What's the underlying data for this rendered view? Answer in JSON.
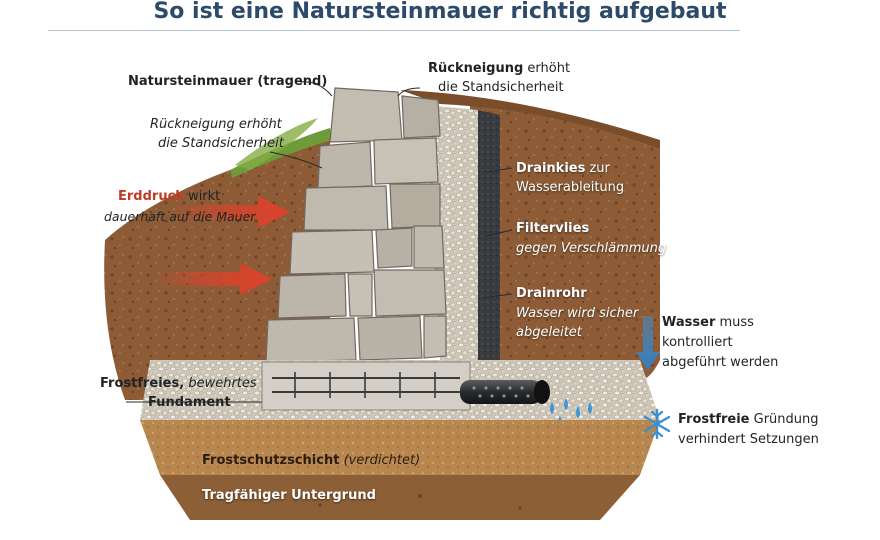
{
  "title": "So ist eine Natursteinmauer richtig aufgebaut",
  "labels": {
    "wall": "Natursteinmauer (tragend)",
    "incline_top_bold": "Rückneigung",
    "incline_top_rest": "erhöht",
    "incline_top_line2": "die Standsicherheit",
    "incline_left_line1": "Rückneigung erhöht",
    "incline_left_line2": "die Standsicherheit",
    "pressure_bold": "Erddruck",
    "pressure_rest": "wirkt",
    "pressure_line2": "dauerhaft auf die Mauer",
    "gravel_bold": "Drainkies",
    "gravel_rest": "zur",
    "gravel_line2": "Wasserableitung",
    "fleece_bold": "Filtervlies",
    "fleece_line2": "gegen Verschlämmung",
    "pipe_bold": "Drainrohr",
    "pipe_line2": "Wasser wird sicher",
    "pipe_line3": "abgeleitet",
    "foundation_bold": "Frostfreies,",
    "foundation_rest": "bewehrtes",
    "foundation_line2": "Fundament",
    "water_bold": "Wasser",
    "water_rest": "muss",
    "water_line2": "kontrolliert",
    "water_line3": "abgeführt werden",
    "frost_bold": "Frostfreie",
    "frost_rest": "Gründung",
    "frost_line2": "verhindert Setzungen",
    "frost_layer": "Frostschutzschicht",
    "frost_layer_note": "(verdichtet)",
    "subsoil": "Tragfähiger Untergrund"
  },
  "colors": {
    "title": "#2d4a6b",
    "soil": "#8a5a34",
    "stone": "#b9b2a6",
    "gravel": "#d9d3c6",
    "fleece": "#3d3d40",
    "concrete": "#cfcbc3",
    "arrow_red": "#d9432c",
    "water_blue": "#3f8fd0"
  },
  "icons": {
    "pressure": "right-arrow-icon",
    "water": "down-arrow-icon",
    "frost": "snowflake-icon"
  }
}
